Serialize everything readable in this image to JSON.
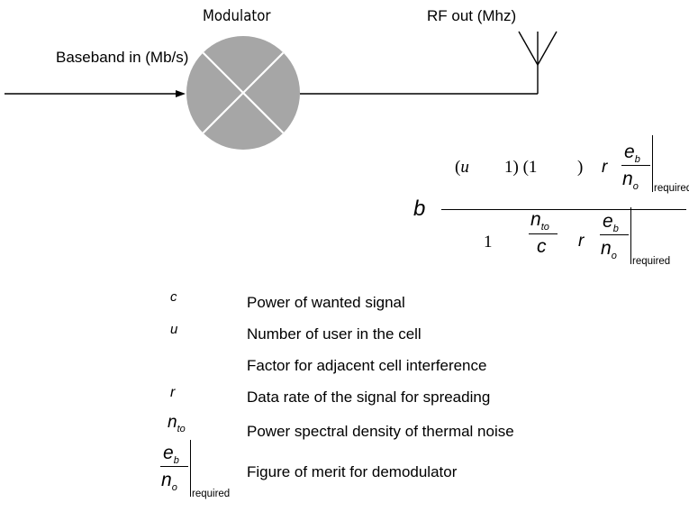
{
  "diagram": {
    "modulator_label": "Modulator",
    "baseband_label": "Baseband in (Mb/s)",
    "rf_out_label": "RF out (Mhz)",
    "colors": {
      "modulator_fill": "#a6a6a6",
      "line": "#000000"
    }
  },
  "equation": {
    "lhs": "b",
    "num_u": "(u",
    "num_1": "1) (1",
    "num_paren": ")",
    "r": "r",
    "eb": "e",
    "eb_sub": "b",
    "no": "n",
    "no_sub": "o",
    "required": "required",
    "den_1": "1",
    "nto": "n",
    "nto_sub": "to",
    "c": "c"
  },
  "definitions": [
    {
      "symbol": "c",
      "text": "Power of wanted signal"
    },
    {
      "symbol": "u",
      "text": "Number of user in the cell"
    },
    {
      "symbol": "",
      "text": "Factor for adjacent cell interference"
    },
    {
      "symbol": "r",
      "text": "Data rate of the signal for spreading"
    },
    {
      "symbol": "n",
      "symbol_sub": "to",
      "text": "Power spectral density of thermal noise"
    },
    {
      "symbol": "e",
      "symbol_sub": "b",
      "symbol2": "n",
      "symbol2_sub": "o",
      "symbol_req": "required",
      "text": "Figure of merit for demodulator"
    }
  ]
}
